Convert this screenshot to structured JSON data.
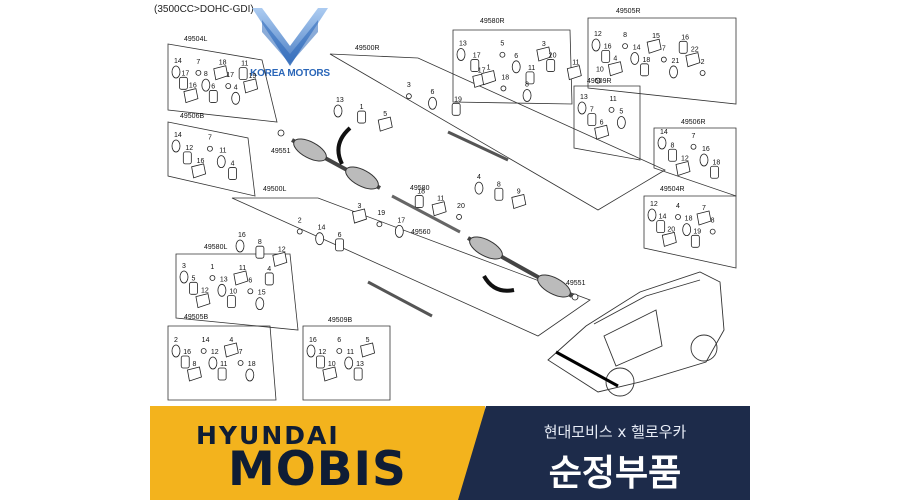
{
  "header": {
    "engine_spec": "(3500CC>DOHC-GDI)"
  },
  "watermark": {
    "text": "KOREA MOTORS"
  },
  "groups": [
    {
      "code": "49504L",
      "parts": [
        "14",
        "17",
        "16",
        "7",
        "8",
        "6",
        "18",
        "17",
        "4",
        "11",
        "19"
      ]
    },
    {
      "code": "49506B",
      "parts": [
        "14",
        "12",
        "16",
        "7",
        "11",
        "4"
      ]
    },
    {
      "code": "49500R",
      "parts": [
        "13",
        "1",
        "5",
        "3",
        "6",
        "19",
        "17",
        "18",
        "8",
        "20",
        "11",
        "10"
      ]
    },
    {
      "code": "49580R",
      "parts": [
        "13",
        "17",
        "1",
        "5",
        "6",
        "11",
        "3"
      ]
    },
    {
      "code": "49505R",
      "parts": [
        "12",
        "16",
        "4",
        "8",
        "14",
        "18",
        "15",
        "7",
        "21",
        "16",
        "22",
        "2"
      ]
    },
    {
      "code": "49509R",
      "parts": [
        "13",
        "7",
        "6",
        "11",
        "5"
      ]
    },
    {
      "code": "49506R",
      "parts": [
        "14",
        "8",
        "12",
        "7",
        "16",
        "18"
      ]
    },
    {
      "code": "49504R",
      "parts": [
        "12",
        "14",
        "20",
        "4",
        "18",
        "19",
        "7",
        "8"
      ]
    },
    {
      "code": "49500L",
      "parts": [
        "16",
        "8",
        "12",
        "2",
        "14",
        "6",
        "3",
        "19",
        "17",
        "18",
        "11",
        "20",
        "4",
        "8",
        "9"
      ]
    },
    {
      "code": "49580L",
      "parts": [
        "3",
        "5",
        "12",
        "1",
        "13",
        "10",
        "11",
        "6",
        "15",
        "4"
      ]
    },
    {
      "code": "49505B",
      "parts": [
        "2",
        "16",
        "8",
        "14",
        "12",
        "11",
        "4",
        "7",
        "18"
      ]
    },
    {
      "code": "49509B",
      "parts": [
        "16",
        "12",
        "10",
        "6",
        "11",
        "13",
        "5"
      ]
    }
  ],
  "callouts": {
    "label_49551_left": "49551",
    "label_49551_right": "49551",
    "label_49580": "49580",
    "label_49560": "49560",
    "mid_parts": [
      "12",
      "4",
      "7",
      "8",
      "15",
      "16",
      "14",
      "22",
      "2",
      "21",
      "3",
      "1",
      "6",
      "10",
      "13",
      "11",
      "15",
      "5"
    ]
  },
  "banner": {
    "brand_line1": "HYUNDAI",
    "brand_line2": "MOBIS",
    "tagline": "현대모비스 x 헬로우카",
    "headline": "순정부품"
  },
  "colors": {
    "banner_yellow": "#f3b31d",
    "banner_navy": "#1d2b4a",
    "logo_blue": "#2a66b8"
  }
}
